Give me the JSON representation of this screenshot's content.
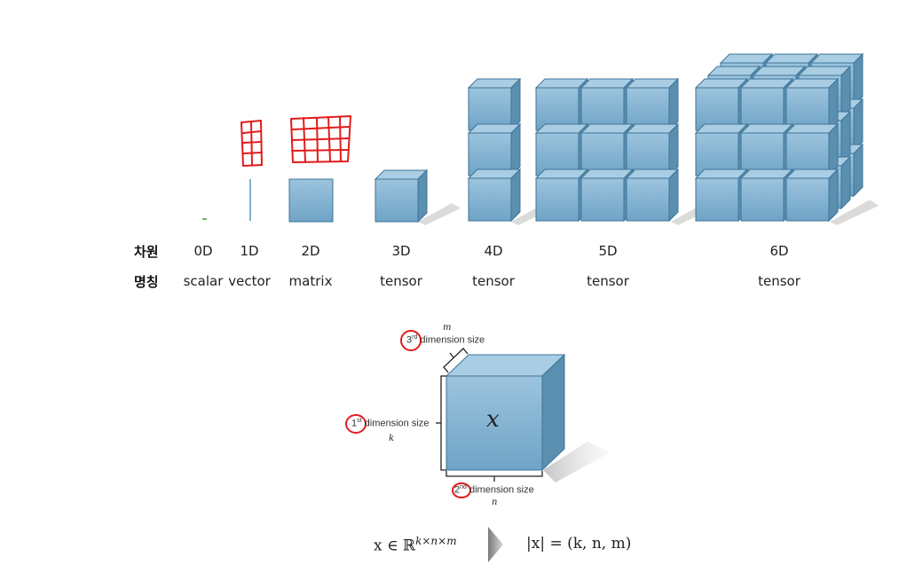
{
  "table": {
    "row1_label": "차원",
    "row2_label": "명칭",
    "columns": [
      {
        "dim": "0D",
        "name": "scalar"
      },
      {
        "dim": "1D",
        "name": "vector"
      },
      {
        "dim": "2D",
        "name": "matrix"
      },
      {
        "dim": "3D",
        "name": "tensor"
      },
      {
        "dim": "4D",
        "name": "tensor"
      },
      {
        "dim": "5D",
        "name": "tensor"
      },
      {
        "dim": "6D",
        "name": "tensor"
      }
    ]
  },
  "cube_diagram": {
    "center_label": "x",
    "third_dim": {
      "ordinal": "3",
      "suffix": "rd",
      "text": "dimension size",
      "var": "m"
    },
    "first_dim": {
      "ordinal": "1",
      "suffix": "st",
      "text": "dimension size",
      "var": "k"
    },
    "second_dim": {
      "ordinal": "2",
      "suffix": "nd",
      "text": "dimension size",
      "var": "n"
    }
  },
  "formula": {
    "left_base": "x ∈ ℝ",
    "left_exponent": "k×n×m",
    "right": "|x| = (k, n, m)"
  },
  "colors": {
    "cube_front": "#7fb0d0",
    "cube_top": "#a9cde3",
    "cube_side": "#5a8fb0",
    "cube_edge": "#3f7498",
    "annotation": "#e21b1b"
  }
}
